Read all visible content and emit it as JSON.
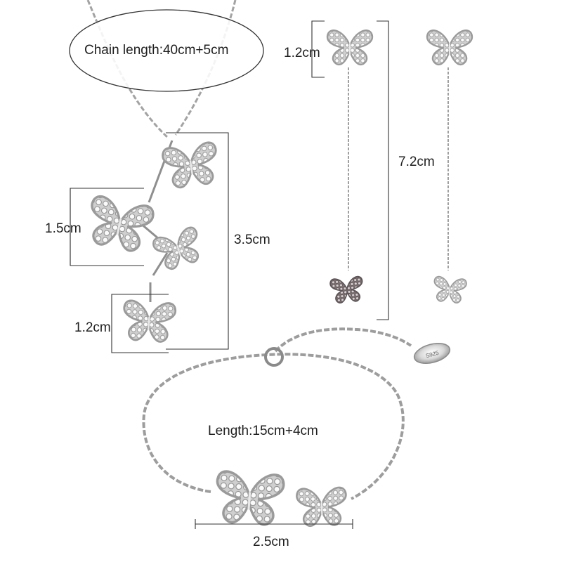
{
  "necklace": {
    "chain_length": "Chain length:40cm+5cm",
    "pendant_height": "3.5cm",
    "large_butterfly_size": "1.5cm",
    "small_butterfly_size": "1.2cm"
  },
  "earrings": {
    "stud_size": "1.2cm",
    "total_length": "7.2cm"
  },
  "bracelet": {
    "length": "Length:15cm+4cm",
    "charm_width": "2.5cm",
    "tag_text": "S925"
  },
  "colors": {
    "silver_light": "#f1f1f1",
    "silver_mid": "#bdbdbd",
    "silver_dark": "#6e6e6e",
    "line": "#333333"
  }
}
